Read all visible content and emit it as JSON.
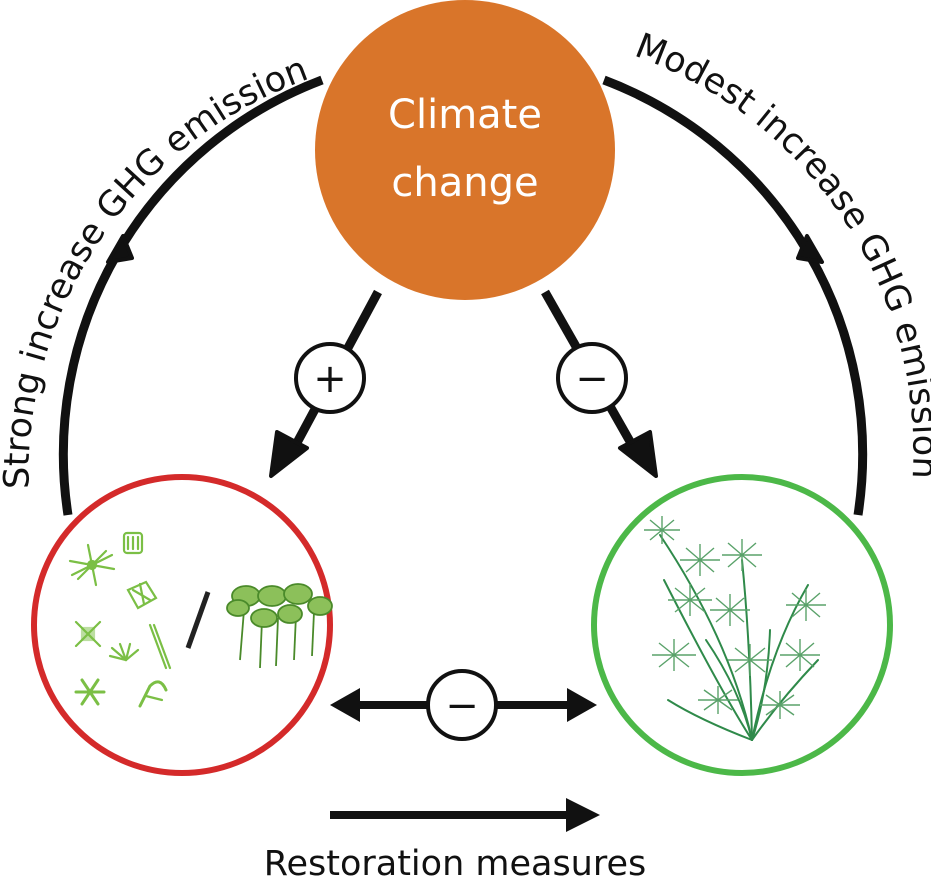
{
  "center_node": {
    "line1": "Climate",
    "line2": "change",
    "color": "#d9752a"
  },
  "left_arc_label": "Strong increase GHG emission",
  "right_arc_label": "Modest increase GHG emission",
  "left_sign": "+",
  "right_sign": "−",
  "middle_sign": "−",
  "bottom_label": "Restoration measures",
  "colors": {
    "turbid_state_ring": "#d42a2a",
    "clear_state_ring": "#4cb848",
    "plant_green": "#7bbf45",
    "macrophyte_green": "#2f8a4a",
    "arrow": "#111111"
  },
  "left_state": {
    "icon": "phytoplankton-and-floating-plants-icon"
  },
  "right_state": {
    "icon": "submerged-macrophyte-icon"
  }
}
